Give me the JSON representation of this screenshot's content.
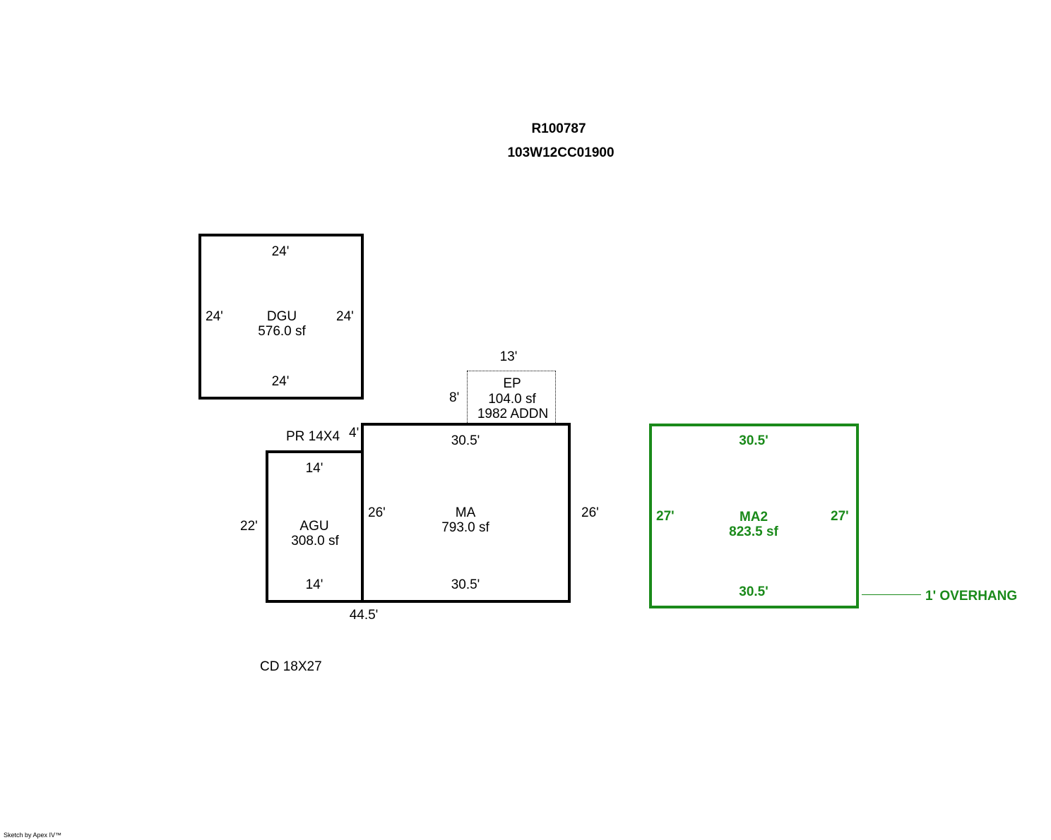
{
  "header": {
    "account": "R100787",
    "map_tax_lot": "103W12CC01900"
  },
  "colors": {
    "line": "#000000",
    "secondary_structure": "#1a8a1a"
  },
  "areas": {
    "dgu": {
      "name": "DGU",
      "area": "576.0 sf",
      "top": "24'",
      "bottom": "24'",
      "left": "24'",
      "right": "24'"
    },
    "ep": {
      "name": "EP",
      "area": "104.0 sf",
      "note": "1982 ADDN",
      "top": "13'",
      "left": "8'"
    },
    "ma": {
      "name": "MA",
      "area": "793.0 sf",
      "top": "30.5'",
      "bottom": "30.5'",
      "left": "26'",
      "right": "26'"
    },
    "agu": {
      "name": "AGU",
      "area": "308.0 sf",
      "top": "14'",
      "bottom": "14'",
      "left": "22'"
    },
    "ma2": {
      "name": "MA2",
      "area": "823.5 sf",
      "top": "30.5'",
      "bottom": "30.5'",
      "left": "27'",
      "right": "27'"
    }
  },
  "labels": {
    "porch": "PR 14X4",
    "porch_depth": "4'",
    "overall_width": "44.5'",
    "deck": "CD 18X27",
    "overhang": "1' OVERHANG",
    "credit": "Sketch by Apex IV™"
  }
}
